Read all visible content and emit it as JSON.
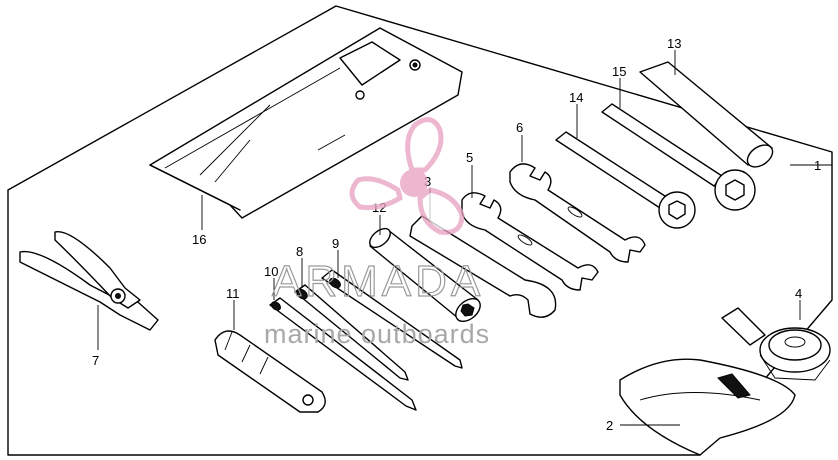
{
  "callouts": {
    "c1": "1",
    "c2": "2",
    "c3": "3",
    "c4": "4",
    "c5": "5",
    "c6": "6",
    "c7": "7",
    "c8": "8",
    "c9": "9",
    "c10": "10",
    "c11": "11",
    "c12": "12",
    "c13": "13",
    "c14": "14",
    "c15": "15",
    "c16": "16"
  },
  "watermark": {
    "brand": "ARMADA",
    "tagline": "marine outboards",
    "logo_color": "#e8a0c0",
    "logo_name": "propeller-logo"
  },
  "colors": {
    "line": "#000000",
    "background": "#ffffff",
    "watermark_text": "#9a9a9a"
  }
}
